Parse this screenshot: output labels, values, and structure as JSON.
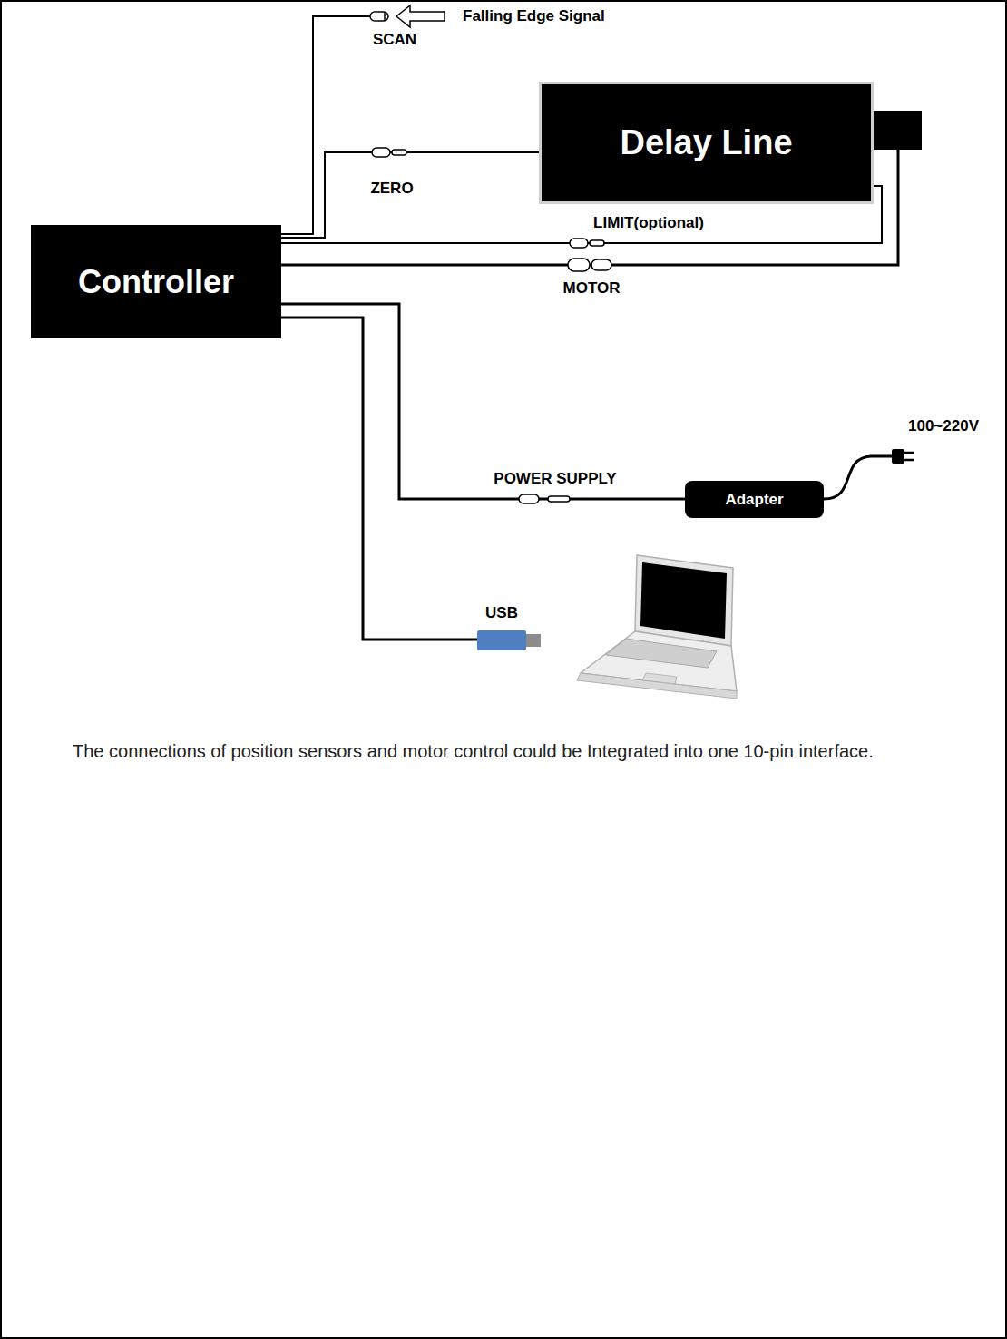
{
  "diagram": {
    "caption": "The connections of position sensors and motor control could be Integrated into one 10-pin interface.",
    "nodes": [
      {
        "text": [
          "Controller"
        ]
      },
      {
        "text": [
          "Delay Line"
        ]
      },
      {
        "text": [
          "Adapter"
        ]
      }
    ],
    "edges": [
      {
        "from": 0,
        "to": 1,
        "label": "ZERO",
        "arrow": "none"
      },
      {
        "from": 0,
        "to": 1,
        "label": "LIMIT(optional)",
        "arrow": "none"
      },
      {
        "from": 0,
        "to": 1,
        "label": "MOTOR",
        "arrow": "none"
      },
      {
        "from": 0,
        "to": 2,
        "label": "POWER SUPPLY",
        "arrow": "none"
      }
    ],
    "labels": [
      "SCAN",
      "Falling Edge Signal",
      "100~220V",
      "USB"
    ]
  }
}
